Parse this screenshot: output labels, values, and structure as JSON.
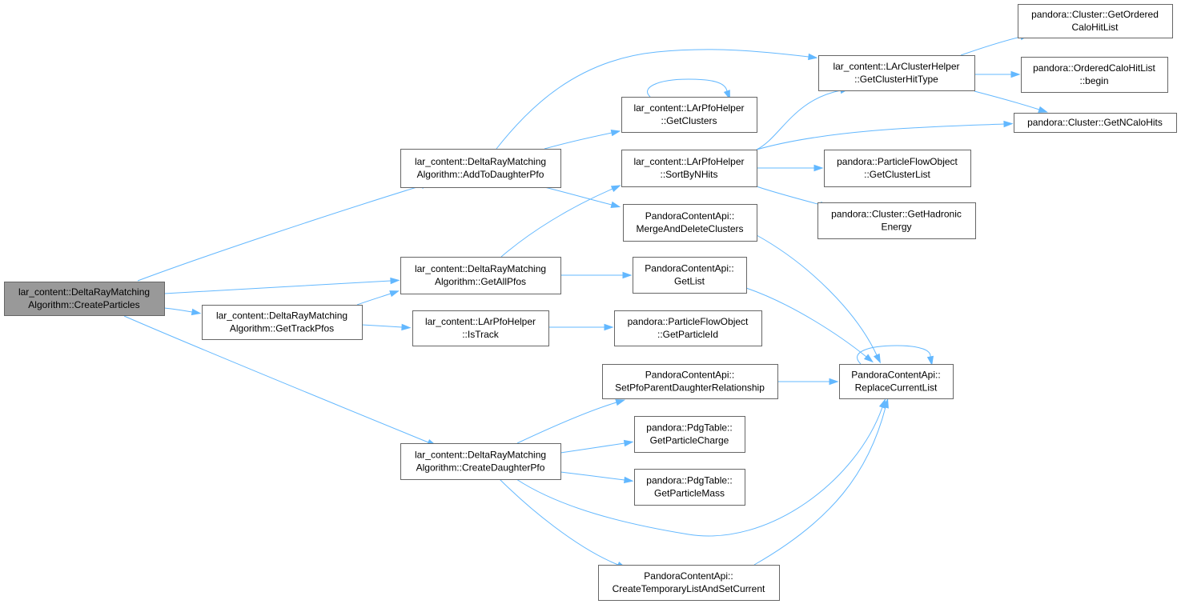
{
  "graph": {
    "root": "lar_content::DeltaRayMatchingAlgorithm::CreateParticles",
    "colors": {
      "edge": "#63b8ff",
      "node_border": "#666666",
      "root_fill": "#999999",
      "node_fill": "#ffffff"
    },
    "nodes": [
      {
        "id": "create_particles",
        "lines": [
          "lar_content::DeltaRayMatching",
          "Algorithm::CreateParticles"
        ],
        "root": true
      },
      {
        "id": "add_to_daughter_pfo",
        "lines": [
          "lar_content::DeltaRayMatching",
          "Algorithm::AddToDaughterPfo"
        ]
      },
      {
        "id": "get_all_pfos",
        "lines": [
          "lar_content::DeltaRayMatching",
          "Algorithm::GetAllPfos"
        ]
      },
      {
        "id": "get_track_pfos",
        "lines": [
          "lar_content::DeltaRayMatching",
          "Algorithm::GetTrackPfos"
        ]
      },
      {
        "id": "create_daughter_pfo",
        "lines": [
          "lar_content::DeltaRayMatching",
          "Algorithm::CreateDaughterPfo"
        ]
      },
      {
        "id": "lar_pfo_get_clusters",
        "lines": [
          "lar_content::LArPfoHelper",
          "::GetClusters"
        ]
      },
      {
        "id": "lar_pfo_sort_by_nhits",
        "lines": [
          "lar_content::LArPfoHelper",
          "::SortByNHits"
        ]
      },
      {
        "id": "merge_and_delete_clusters",
        "lines": [
          "PandoraContentApi::",
          "MergeAndDeleteClusters"
        ]
      },
      {
        "id": "get_list",
        "lines": [
          "PandoraContentApi::",
          "GetList"
        ]
      },
      {
        "id": "lar_pfo_is_track",
        "lines": [
          "lar_content::LArPfoHelper",
          "::IsTrack"
        ]
      },
      {
        "id": "set_pfo_parent_daughter",
        "lines": [
          "PandoraContentApi::",
          "SetPfoParentDaughterRelationship"
        ]
      },
      {
        "id": "pdg_get_particle_charge",
        "lines": [
          "pandora::PdgTable::",
          "GetParticleCharge"
        ]
      },
      {
        "id": "pdg_get_particle_mass",
        "lines": [
          "pandora::PdgTable::",
          "GetParticleMass"
        ]
      },
      {
        "id": "create_temporary_list",
        "lines": [
          "PandoraContentApi::",
          "CreateTemporaryListAndSetCurrent"
        ]
      },
      {
        "id": "lar_cluster_get_hit_type",
        "lines": [
          "lar_content::LArClusterHelper",
          "::GetClusterHitType"
        ]
      },
      {
        "id": "pfo_get_cluster_list",
        "lines": [
          "pandora::ParticleFlowObject",
          "::GetClusterList"
        ]
      },
      {
        "id": "cluster_get_hadronic_energy",
        "lines": [
          "pandora::Cluster::GetHadronic",
          "Energy"
        ]
      },
      {
        "id": "pfo_get_particle_id",
        "lines": [
          "pandora::ParticleFlowObject",
          "::GetParticleId"
        ]
      },
      {
        "id": "replace_current_list",
        "lines": [
          "PandoraContentApi::",
          "ReplaceCurrentList"
        ]
      },
      {
        "id": "cluster_get_ordered_calo_hit_list",
        "lines": [
          "pandora::Cluster::GetOrdered",
          "CaloHitList"
        ]
      },
      {
        "id": "ordered_calo_hit_list_begin",
        "lines": [
          "pandora::OrderedCaloHitList",
          "::begin"
        ]
      },
      {
        "id": "cluster_get_n_calo_hits",
        "lines": [
          "pandora::Cluster::GetNCaloHits"
        ]
      }
    ],
    "edges": [
      {
        "from": "create_particles",
        "to": "add_to_daughter_pfo"
      },
      {
        "from": "create_particles",
        "to": "get_all_pfos"
      },
      {
        "from": "create_particles",
        "to": "get_track_pfos"
      },
      {
        "from": "create_particles",
        "to": "create_daughter_pfo"
      },
      {
        "from": "add_to_daughter_pfo",
        "to": "lar_pfo_get_clusters"
      },
      {
        "from": "add_to_daughter_pfo",
        "to": "merge_and_delete_clusters"
      },
      {
        "from": "add_to_daughter_pfo",
        "to": "lar_cluster_get_hit_type"
      },
      {
        "from": "get_all_pfos",
        "to": "lar_pfo_sort_by_nhits"
      },
      {
        "from": "get_all_pfos",
        "to": "get_list"
      },
      {
        "from": "get_track_pfos",
        "to": "get_all_pfos"
      },
      {
        "from": "get_track_pfos",
        "to": "lar_pfo_is_track"
      },
      {
        "from": "lar_pfo_get_clusters",
        "to": "lar_pfo_get_clusters"
      },
      {
        "from": "lar_pfo_sort_by_nhits",
        "to": "lar_cluster_get_hit_type"
      },
      {
        "from": "lar_pfo_sort_by_nhits",
        "to": "cluster_get_n_calo_hits"
      },
      {
        "from": "lar_pfo_sort_by_nhits",
        "to": "pfo_get_cluster_list"
      },
      {
        "from": "lar_pfo_sort_by_nhits",
        "to": "cluster_get_hadronic_energy"
      },
      {
        "from": "lar_cluster_get_hit_type",
        "to": "cluster_get_ordered_calo_hit_list"
      },
      {
        "from": "lar_cluster_get_hit_type",
        "to": "ordered_calo_hit_list_begin"
      },
      {
        "from": "lar_cluster_get_hit_type",
        "to": "cluster_get_n_calo_hits"
      },
      {
        "from": "merge_and_delete_clusters",
        "to": "replace_current_list"
      },
      {
        "from": "get_list",
        "to": "replace_current_list"
      },
      {
        "from": "lar_pfo_is_track",
        "to": "pfo_get_particle_id"
      },
      {
        "from": "create_daughter_pfo",
        "to": "set_pfo_parent_daughter"
      },
      {
        "from": "create_daughter_pfo",
        "to": "pdg_get_particle_charge"
      },
      {
        "from": "create_daughter_pfo",
        "to": "pdg_get_particle_mass"
      },
      {
        "from": "create_daughter_pfo",
        "to": "replace_current_list"
      },
      {
        "from": "create_daughter_pfo",
        "to": "create_temporary_list"
      },
      {
        "from": "set_pfo_parent_daughter",
        "to": "replace_current_list"
      },
      {
        "from": "create_temporary_list",
        "to": "replace_current_list"
      },
      {
        "from": "replace_current_list",
        "to": "replace_current_list"
      }
    ]
  }
}
